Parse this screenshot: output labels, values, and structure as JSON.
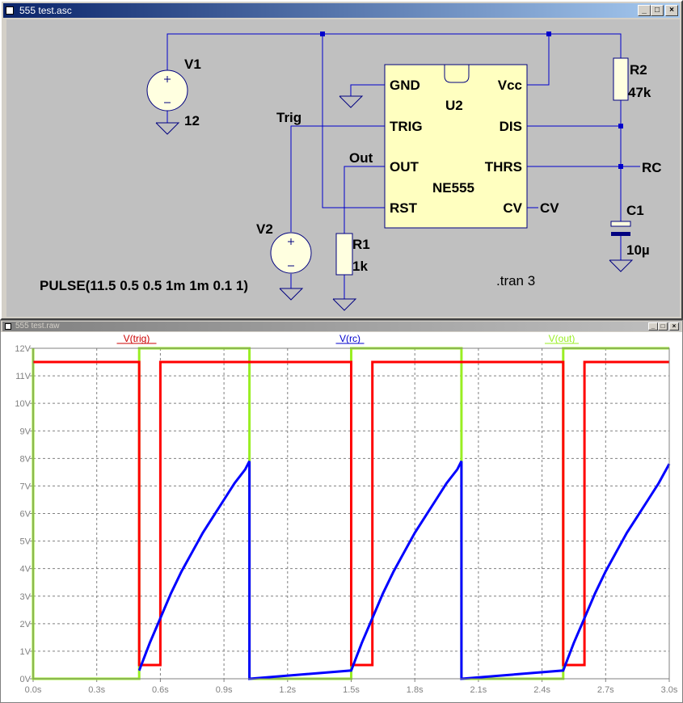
{
  "schematic_window": {
    "title": "555 test.asc",
    "buttons": {
      "minimize": "_",
      "maximize": "□",
      "close": "×"
    }
  },
  "schematic": {
    "chip": {
      "ref": "U2",
      "part": "NE555",
      "pins": {
        "gnd": "GND",
        "trig": "TRIG",
        "out": "OUT",
        "rst": "RST",
        "vcc": "Vcc",
        "dis": "DIS",
        "thrs": "THRS",
        "cv": "CV"
      }
    },
    "v1": {
      "ref": "V1",
      "value": "12"
    },
    "v2": {
      "ref": "V2",
      "value": "PULSE(11.5 0.5 0.5 1m 1m 0.1 1)"
    },
    "r1": {
      "ref": "R1",
      "value": "1k"
    },
    "r2": {
      "ref": "R2",
      "value": "47k"
    },
    "c1": {
      "ref": "C1",
      "value": "10µ"
    },
    "net_labels": {
      "trig": "Trig",
      "out": "Out",
      "rc": "RC",
      "cv": "CV"
    },
    "directive": ".tran 3"
  },
  "waveform_window": {
    "title": "555 test.raw",
    "buttons": {
      "minimize": "_",
      "maximize": "□",
      "close": "×"
    }
  },
  "chart_data": {
    "type": "line",
    "xlim": [
      0,
      3
    ],
    "ylim": [
      0,
      12
    ],
    "x_ticks": [
      "0.0s",
      "0.3s",
      "0.6s",
      "0.9s",
      "1.2s",
      "1.5s",
      "1.8s",
      "2.1s",
      "2.4s",
      "2.7s",
      "3.0s"
    ],
    "y_ticks": [
      "0V",
      "1V",
      "2V",
      "3V",
      "4V",
      "5V",
      "6V",
      "7V",
      "8V",
      "9V",
      "10V",
      "11V",
      "12V"
    ],
    "grid": true,
    "series": [
      {
        "name": "V(trig)",
        "color": "#ff0000",
        "x": [
          0,
          0.5,
          0.5,
          0.6,
          0.6,
          1.5,
          1.5,
          1.6,
          1.6,
          2.5,
          2.5,
          2.6,
          2.6,
          3.0
        ],
        "y": [
          11.5,
          11.5,
          0.5,
          0.5,
          11.5,
          11.5,
          0.5,
          0.5,
          11.5,
          11.5,
          0.5,
          0.5,
          11.5,
          11.5
        ]
      },
      {
        "name": "V(rc)",
        "color": "#0000ff",
        "x": [
          0.5,
          0.55,
          0.6,
          0.65,
          0.7,
          0.75,
          0.8,
          0.85,
          0.9,
          0.95,
          1.0,
          1.02,
          1.02,
          1.5,
          1.55,
          1.6,
          1.65,
          1.7,
          1.75,
          1.8,
          1.85,
          1.9,
          1.95,
          2.0,
          2.02,
          2.02,
          2.5,
          2.55,
          2.6,
          2.65,
          2.7,
          2.75,
          2.8,
          2.85,
          2.9,
          2.95,
          3.0
        ],
        "y": [
          0.3,
          1.3,
          2.2,
          3.1,
          3.9,
          4.6,
          5.3,
          5.9,
          6.5,
          7.1,
          7.6,
          7.9,
          0.0,
          0.3,
          1.3,
          2.2,
          3.1,
          3.9,
          4.6,
          5.3,
          5.9,
          6.5,
          7.1,
          7.6,
          7.9,
          0.0,
          0.3,
          1.3,
          2.2,
          3.1,
          3.9,
          4.6,
          5.3,
          5.9,
          6.5,
          7.1,
          7.8
        ]
      },
      {
        "name": "V(out)",
        "color": "#99ee22",
        "x": [
          0,
          0,
          0.5,
          0.5,
          1.02,
          1.02,
          1.5,
          1.5,
          2.02,
          2.02,
          2.5,
          2.5,
          3.0
        ],
        "y": [
          12,
          0,
          0,
          12,
          12,
          0,
          0,
          12,
          12,
          0,
          0,
          12,
          12
        ]
      }
    ]
  }
}
